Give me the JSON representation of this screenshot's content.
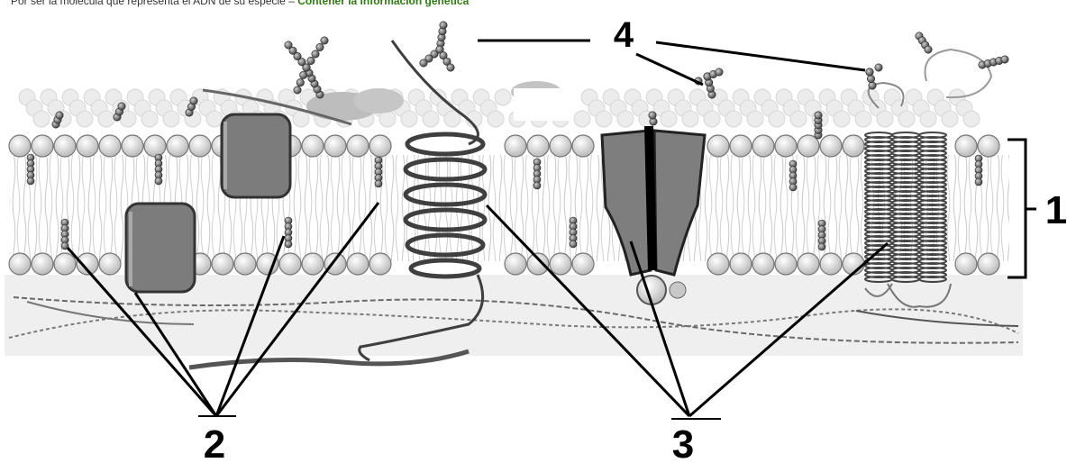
{
  "header": {
    "text": "Por ser la molécula que representa el ADN de su especie",
    "highlight": "Contener la información genética",
    "highlight_color": "#2f7a12"
  },
  "labels": {
    "one": "1",
    "two": "2",
    "three": "3",
    "four": "4"
  },
  "colors": {
    "phospholipid_head": "#e4e4e4",
    "protein": "#7a7a7a",
    "line": "#000000"
  }
}
